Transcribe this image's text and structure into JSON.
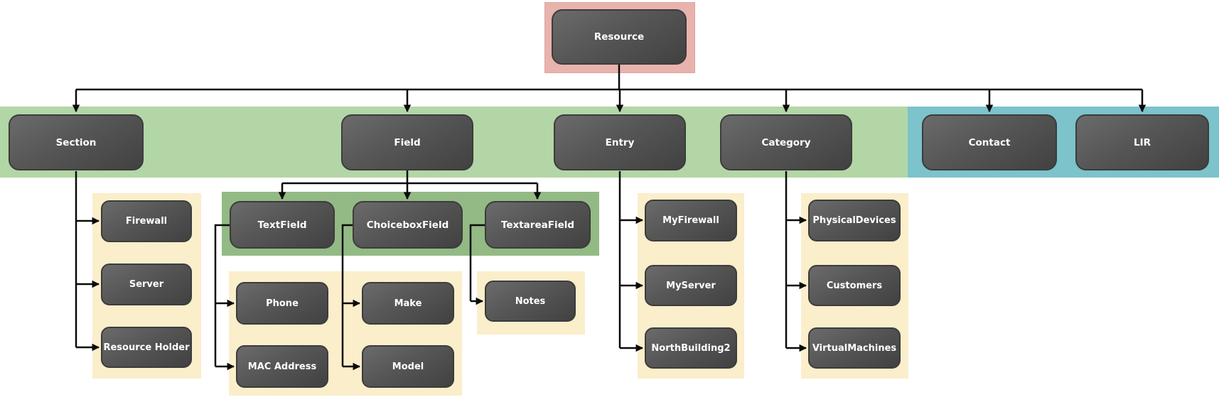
{
  "diagram": {
    "type": "hierarchy-tree",
    "nodes": {
      "resource": "Resource",
      "section": "Section",
      "field": "Field",
      "entry": "Entry",
      "category": "Category",
      "contact": "Contact",
      "lir": "LIR",
      "firewall": "Firewall",
      "server": "Server",
      "resource_holder": "Resource Holder",
      "textfield": "TextField",
      "choiceboxfield": "ChoiceboxField",
      "textareafield": "TextareaField",
      "phone": "Phone",
      "mac_address": "MAC Address",
      "make": "Make",
      "model": "Model",
      "notes": "Notes",
      "myfirewall": "MyFirewall",
      "myserver": "MyServer",
      "northbuilding2": "NorthBuilding2",
      "physicaldevices": "PhysicalDevices",
      "customers": "Customers",
      "virtualmachines": "VirtualMachines"
    },
    "hierarchy": {
      "root": "Resource",
      "children": [
        {
          "label": "Section",
          "children": [
            "Firewall",
            "Server",
            "Resource Holder"
          ]
        },
        {
          "label": "Field",
          "children": [
            {
              "label": "TextField",
              "children": [
                "Phone",
                "MAC Address"
              ]
            },
            {
              "label": "ChoiceboxField",
              "children": [
                "Make",
                "Model"
              ]
            },
            {
              "label": "TextareaField",
              "children": [
                "Notes"
              ]
            }
          ]
        },
        {
          "label": "Entry",
          "children": [
            "MyFirewall",
            "MyServer",
            "NorthBuilding2"
          ]
        },
        {
          "label": "Category",
          "children": [
            "PhysicalDevices",
            "Customers",
            "VirtualMachines"
          ]
        },
        {
          "label": "Contact",
          "children": []
        },
        {
          "label": "LIR",
          "children": []
        }
      ]
    },
    "colors": {
      "root_highlight_pink": "#e9b3ad",
      "level1_highlight_green": "#b3d6a6",
      "level1_highlight_teal": "#7cc3cb",
      "sublevel_highlight_green": "#93ba84",
      "group_highlight_cream": "#fbeecb",
      "node_fill_dark": "#4f4f4f",
      "node_border": "#3c3c3c",
      "node_text": "#ffffff",
      "connector": "#0a0a0a"
    }
  }
}
